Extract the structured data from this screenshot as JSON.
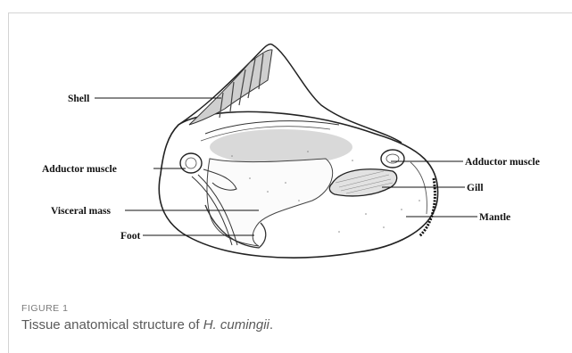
{
  "figure": {
    "caption_label": "FIGURE 1",
    "caption_prefix": "Tissue anatomical structure of ",
    "caption_species": "H. cumingii",
    "caption_suffix": "."
  },
  "labels": {
    "shell": "Shell",
    "adductor_left": "Adductor muscle",
    "visceral_mass": "Visceral mass",
    "foot": "Foot",
    "adductor_right": "Adductor muscle",
    "gill": "Gill",
    "mantle": "Mantle"
  }
}
